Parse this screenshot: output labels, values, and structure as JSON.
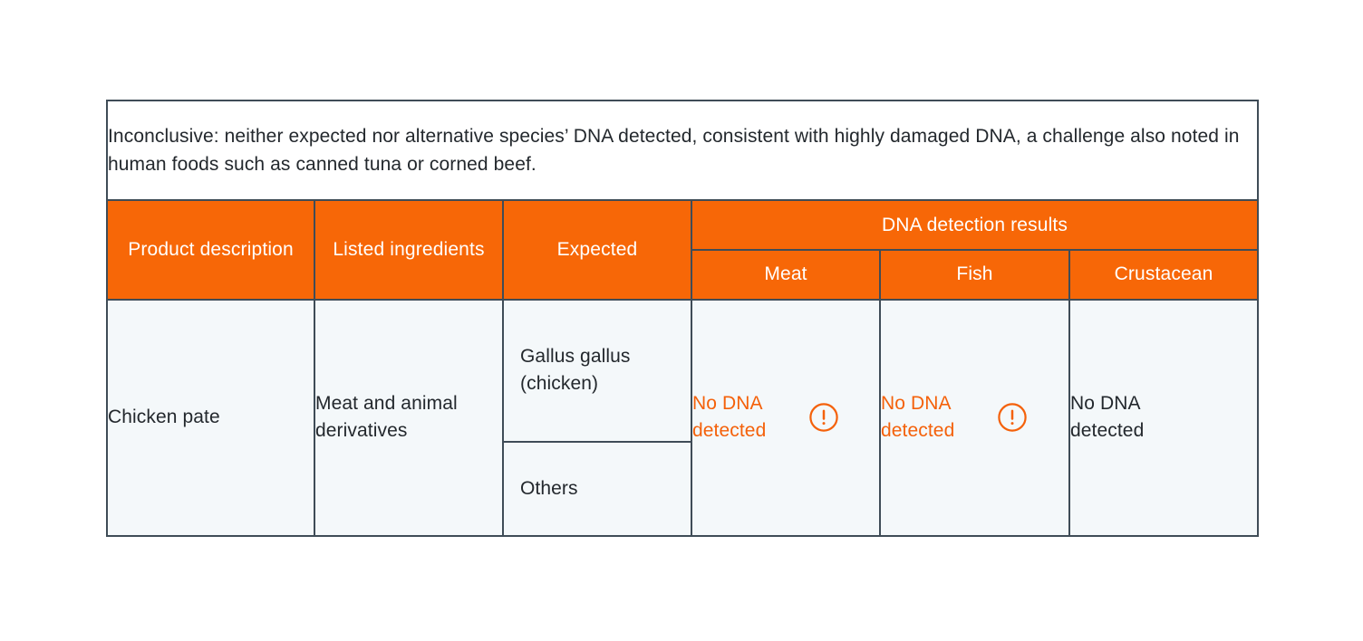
{
  "caption": {
    "text": "Inconclusive: neither expected nor alternative species’ DNA detected, consistent with highly damaged DNA, a challenge also noted in human foods such as canned tuna or corned beef."
  },
  "table": {
    "headers": {
      "product_description": "Product description",
      "listed_ingredients": "Listed ingredients",
      "expected": "Expected",
      "dna_detection_results": "DNA detection results",
      "meat": "Meat",
      "fish": "Fish",
      "crustacean": "Crustacean"
    },
    "rows": [
      {
        "product_description": "Chicken pate",
        "listed_ingredients": "Meat and animal derivatives",
        "expected": [
          "Gallus gallus (chicken)",
          "Others"
        ],
        "results": {
          "meat": {
            "text": "No DNA detected",
            "alert": true,
            "icon": "warning-icon"
          },
          "fish": {
            "text": "No DNA detected",
            "alert": true,
            "icon": "warning-icon"
          },
          "crustacean": {
            "text": "No DNA detected",
            "alert": false,
            "icon": null
          }
        }
      }
    ]
  },
  "colors": {
    "header_background": "#f76707",
    "header_text": "#ffffff",
    "body_background": "#f4f8fa",
    "body_text": "#23282d",
    "alert_text": "#f4610a",
    "border": "#3f4c57",
    "page_background": "#ffffff"
  }
}
